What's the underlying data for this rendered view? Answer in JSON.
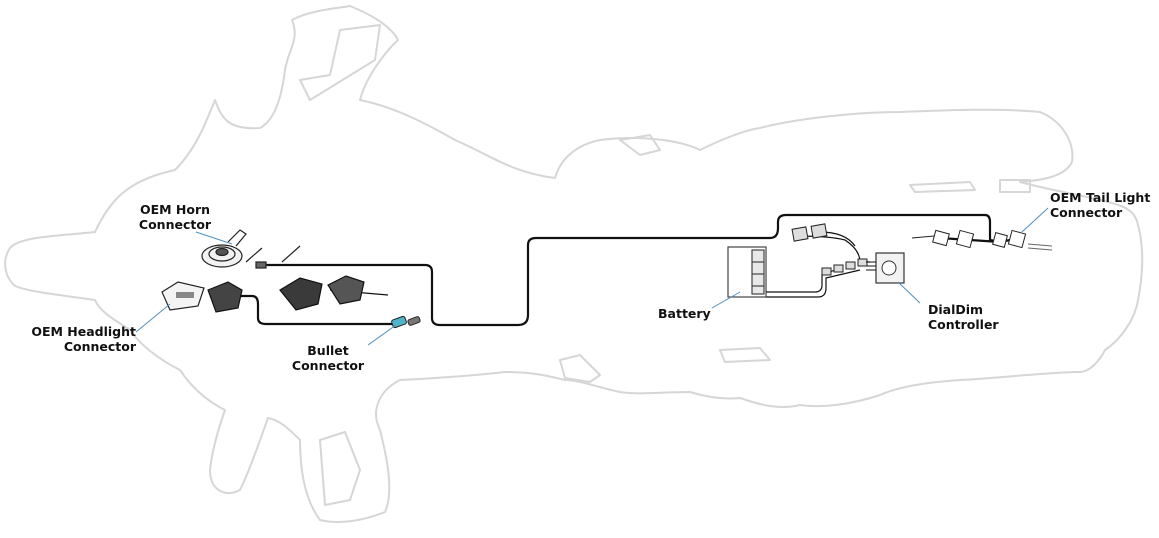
{
  "labels": {
    "horn": {
      "line1": "OEM Horn",
      "line2": "Connector"
    },
    "headlight": {
      "line1": "OEM Headlight",
      "line2": "Connector"
    },
    "bullet": {
      "line1": "Bullet",
      "line2": "Connector"
    },
    "battery": {
      "line1": "Battery"
    },
    "dialdim": {
      "line1": "DialDim",
      "line2": "Controller"
    },
    "taillight": {
      "line1": "OEM Tail Light",
      "line2": "Connector"
    }
  },
  "colors": {
    "outline": "#d6d6d6",
    "wire": "#111111",
    "bullet_accent": "#4fb3c9"
  }
}
